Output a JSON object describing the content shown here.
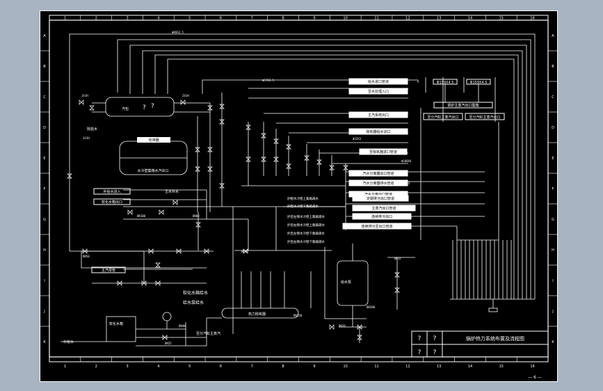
{
  "drawing": {
    "grid_columns": [
      "1",
      "2",
      "3",
      "4",
      "5",
      "6",
      "7",
      "8",
      "9",
      "10",
      "11",
      "12",
      "13",
      "14",
      "15",
      "16"
    ],
    "grid_rows": [
      "A",
      "B",
      "C",
      "D",
      "E",
      "F",
      "G",
      "H",
      "I",
      "J",
      "K"
    ],
    "title": "锅炉热力系统布置及流程图",
    "title_block_marks": [
      "?",
      "?",
      "?",
      "?"
    ],
    "page_number": "— 6 —",
    "footer_label": "— 6 —"
  },
  "labels": {
    "top_pipe": "Φ89X3.5",
    "header_main": "汽包",
    "q1": "?",
    "q2": "?",
    "drum_lower": "省煤器",
    "drum_lower_tag": "水冷壁集箱水汽出口",
    "box_supply": "给水进口管道",
    "box_right1": "至水处理入口",
    "box_right2": "主汽系统出口",
    "box_right3": "除氧器给水进口",
    "box_right4": "至除氧器进口管道",
    "box_right5": "汽水分离器出口管道",
    "box_right6": "汽水分离器排水管道",
    "box_right7": "汽水分离出口管道",
    "box_right8": "定期排污出口管道",
    "box_right9": "连续排污出口",
    "box_right10": "连续排污至出口管道",
    "box_right11": "主蒸汽出口管道",
    "box_left1": "补给水进入",
    "box_left2": "软化水箱出口",
    "box_left3": "主汽母管",
    "box_top_a": "Φ159X4.5",
    "box_top_b": "Φ159X4.5",
    "box_top_c": "锅炉主蒸汽出口集箱",
    "box_top_d": "至分汽缸主蒸汽出口",
    "box_top_e": "至分汽缸主蒸汽出口",
    "list1": "炉膛水冷壁上集箱疏水",
    "list2": "炉膛水冷壁下集箱疏水",
    "list3": "炉后左侧水冷壁上集箱疏水",
    "list4": "炉后右侧水冷壁上集箱疏水",
    "list5": "炉后左侧水冷壁下集箱疏水",
    "list6": "炉后右侧水冷壁下集箱疏水",
    "note_water": "主水补水",
    "note_pump": "给水泵",
    "note_deaerator": "除氧器",
    "note_tank": "软化水箱",
    "note_fw": "补给水",
    "note_soft": "软化水箱给水",
    "note_pump2": "给水泵给水",
    "note_steam": "至分汽缸主蒸汽",
    "note_cont": "除盐水",
    "note_econ": "热力除氧器",
    "note_tag1": "DN100",
    "note_tag2": "DN80",
    "note_tag3": "DN50",
    "note_tag4": "DN25",
    "note_tag5": "DN150",
    "note_tag6": "DN200",
    "note_tag7": "DN32",
    "note_tag8": "DN40",
    "note_tag9": "Φ57X3.5",
    "note_tag10": "Φ32X3",
    "note_tag11": "Φ108X4",
    "note_tag12": "Φ25X3",
    "note_tag13": "J41H",
    "note_tag14": "Z41H",
    "note_tag15": "H41H",
    "valve_tag": "J41H",
    "drain_tag": "DN20"
  },
  "colors": {
    "background": "#a9b4c2",
    "canvas": "#000000",
    "line": "#ffffff"
  }
}
